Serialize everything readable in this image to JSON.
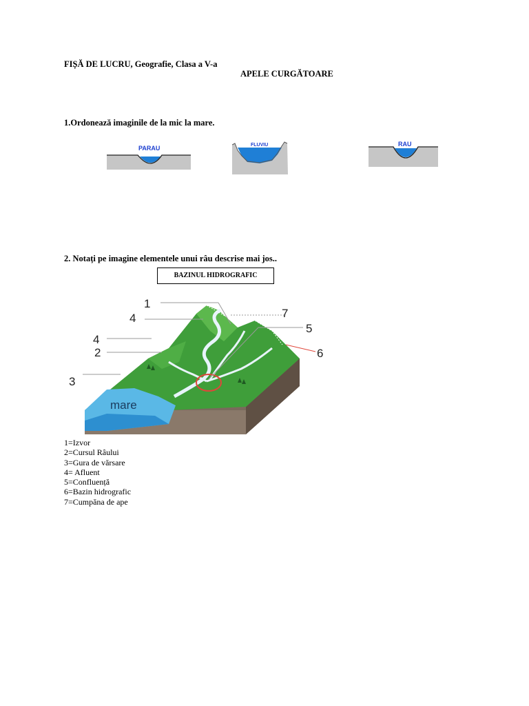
{
  "header": "FIȘĂ DE LUCRU, Geografie, Clasa a V-a",
  "title": "APELE CURGĂTOARE",
  "question1": "1.Ordonează imaginile de la mic la mare.",
  "channels": [
    {
      "label": "PARAU"
    },
    {
      "label": "FLUVIU"
    },
    {
      "label": "RAU"
    }
  ],
  "question2": "2.  Notați pe imagine elementele unui râu descrise mai jos..",
  "box_label": "BAZINUL HIDROGRAFIC",
  "diagram": {
    "sea_label": "mare",
    "numbers": [
      "1",
      "2",
      "3",
      "4",
      "4",
      "5",
      "6",
      "7"
    ]
  },
  "legend": [
    "1=Izvor",
    "2=Cursul Râului",
    "3=Gura de vărsare",
    "4= Afluent",
    "5=Confluență",
    "6=Bazin hidrografic",
    "7=Cumpăna de ape"
  ],
  "colors": {
    "water": "#1f7fd6",
    "ground": "#c6c6c6",
    "grass": "#3f9e3a",
    "soil": "#7a6a5c",
    "sea": "#5ab8e6",
    "confluence_circle": "#e0463a"
  }
}
